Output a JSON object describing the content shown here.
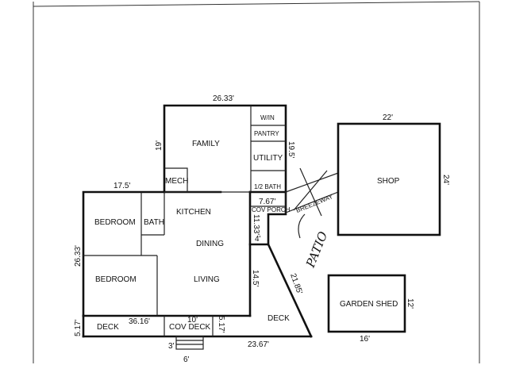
{
  "rooms": {
    "family": "FAMILY",
    "win": "W/IN",
    "pantry": "PANTRY",
    "utility": "UTILITY",
    "half_bath": "1/2 BATH",
    "mech": "MECH",
    "kitchen": "KITCHEN",
    "bedroom_1": "BEDROOM",
    "bath": "BATH",
    "dining": "DINING",
    "bedroom_2": "BEDROOM",
    "living": "LIVING",
    "deck_left": "DECK",
    "cov_deck": "COV DECK",
    "deck_right": "DECK",
    "cov_porch": "COV PORCH",
    "breezeway": "BREEZEWAY",
    "shop": "SHOP",
    "garden_shed": "GARDEN SHED",
    "patio": "PATIO"
  },
  "dimensions": {
    "top_width": "26.33'",
    "family_height": "19'",
    "utility_height": "19.5'",
    "left_wing_width": "17.5'",
    "left_wing_height": "26.33'",
    "porch_width": "7.67'",
    "porch_depth": "11.33'",
    "step_4": "4'",
    "living_right": "14.5'",
    "angled_side": "21.85'",
    "deck_depth_left": "5.17'",
    "deck_length": "36.16'",
    "cov_deck_width": "10'",
    "cov_deck_depth": "5.17'",
    "bottom_right": "23.67'",
    "step_3": "3'",
    "stair_width": "6'",
    "shop_width": "22'",
    "shop_depth": "24'",
    "shed_depth": "12'",
    "shed_width": "16'"
  }
}
